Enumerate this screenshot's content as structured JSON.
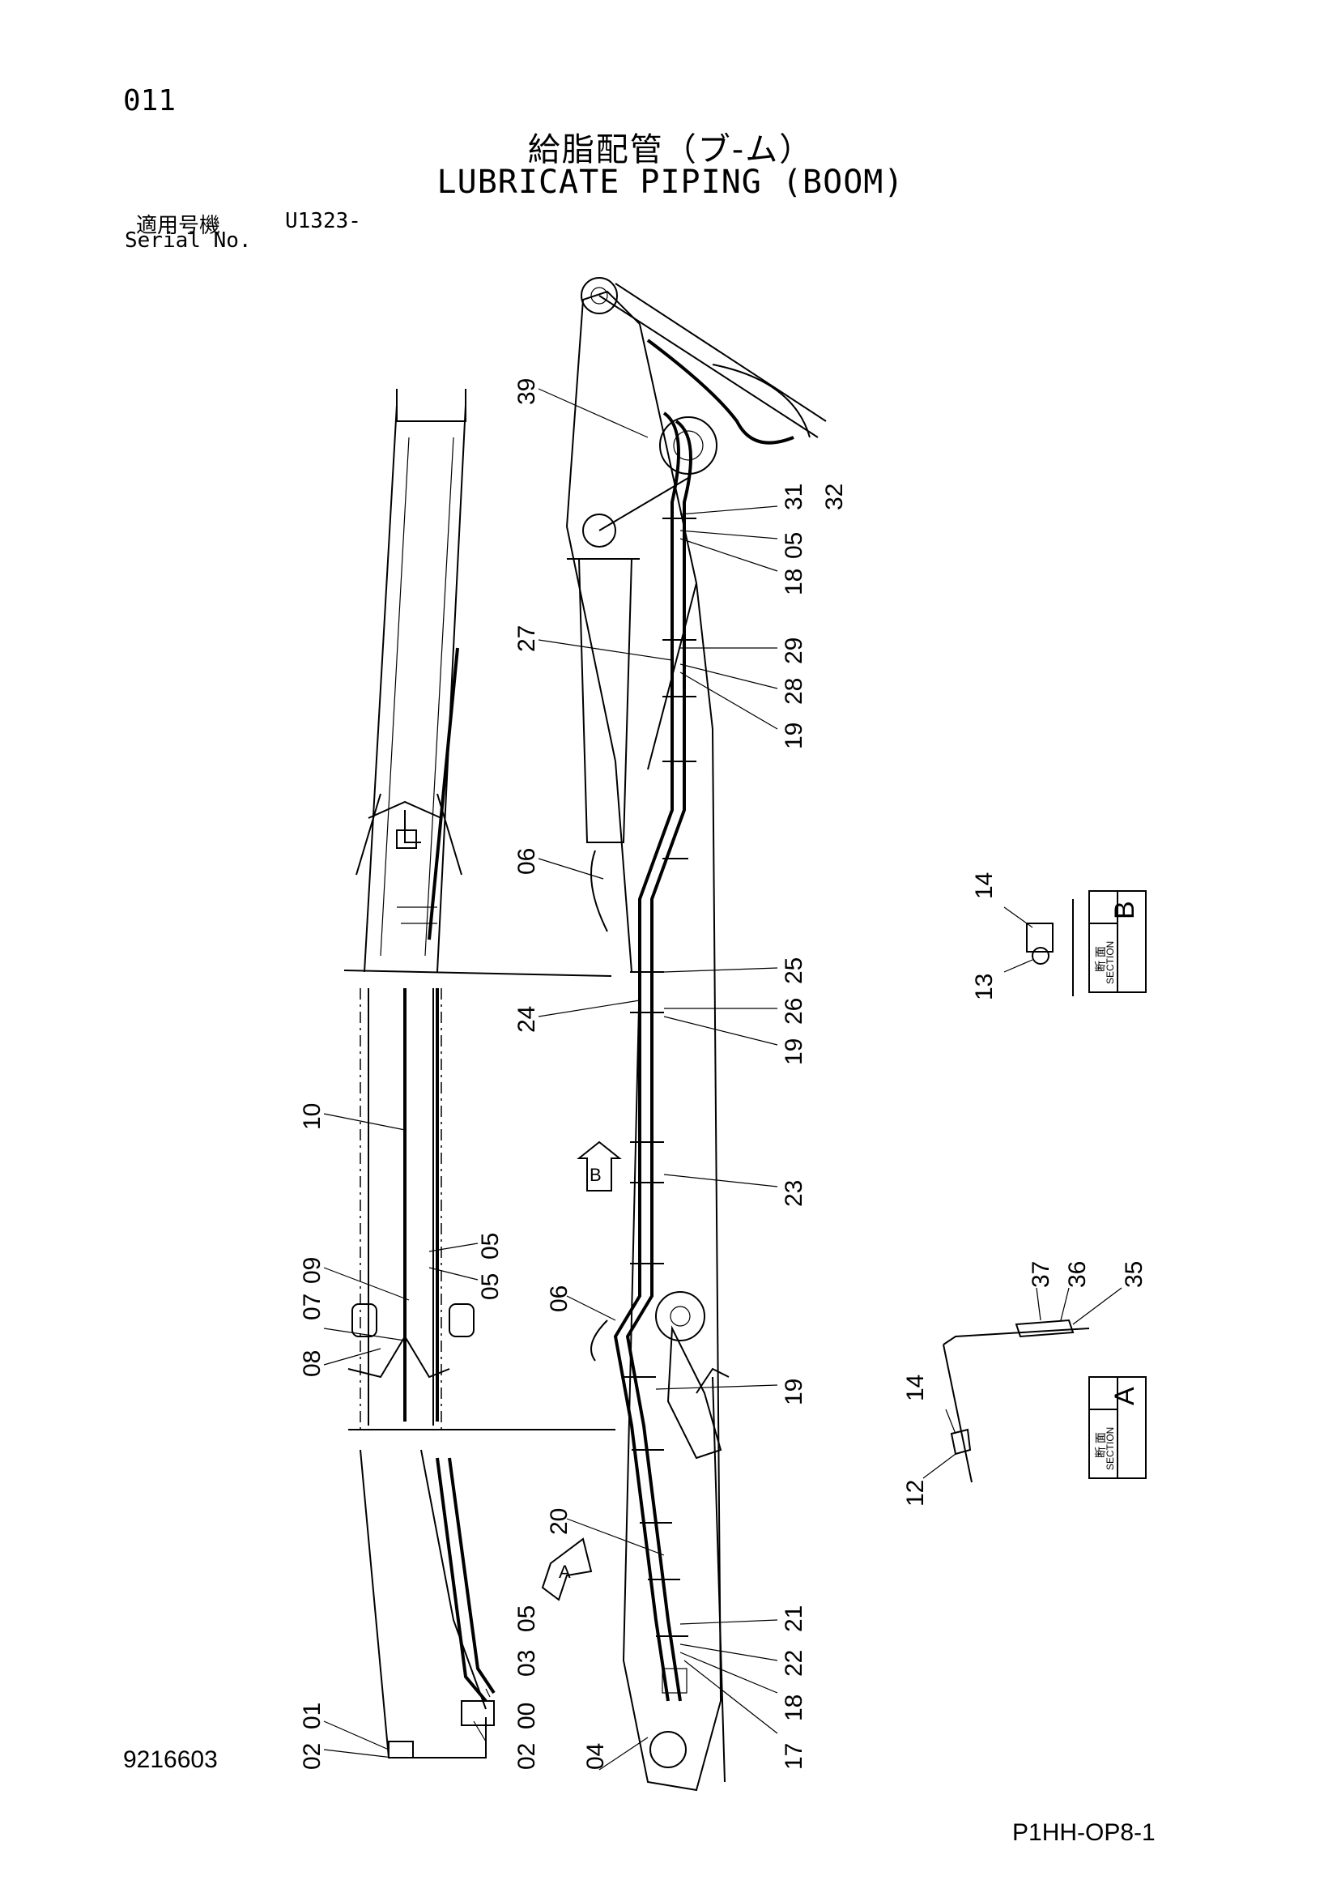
{
  "header": {
    "page_number": "011",
    "title_jp": "給脂配管（ブ-ム）",
    "title_en": "LUBRICATE PIPING (BOOM)",
    "serial_label_jp": "適用号機",
    "serial_code": "U1323-",
    "serial_label_en": "Serial No."
  },
  "footer": {
    "drawing_number": "9216603",
    "sheet_code": "P1HH-OP8-1"
  },
  "section_b": {
    "label_jp": "断 面",
    "label_en": "SECTION",
    "letter": "B",
    "callouts": [
      "14",
      "13"
    ]
  },
  "section_a": {
    "label_jp": "断 面",
    "label_en": "SECTION",
    "letter": "A",
    "callouts": [
      "37",
      "36",
      "35",
      "14",
      "12"
    ]
  },
  "view_markers": {
    "b": "B",
    "a": "A"
  },
  "callouts": {
    "c39": "39",
    "c31": "31",
    "c32": "32",
    "c05a": "05",
    "c18a": "18",
    "c27": "27",
    "c29": "29",
    "c28": "28",
    "c19a": "19",
    "c06a": "06",
    "c25": "25",
    "c24": "24",
    "c26": "26",
    "c19b": "19",
    "c10": "10",
    "c23": "23",
    "c05b": "05",
    "c09": "09",
    "c05c": "05",
    "c07": "07",
    "c08": "08",
    "c06b": "06",
    "c19c": "19",
    "c20": "20",
    "c05d": "05",
    "c03": "03",
    "c21": "21",
    "c22": "22",
    "c18b": "18",
    "c01": "01",
    "c02a": "02",
    "c00": "00",
    "c02b": "02",
    "c04": "04",
    "c17": "17"
  }
}
